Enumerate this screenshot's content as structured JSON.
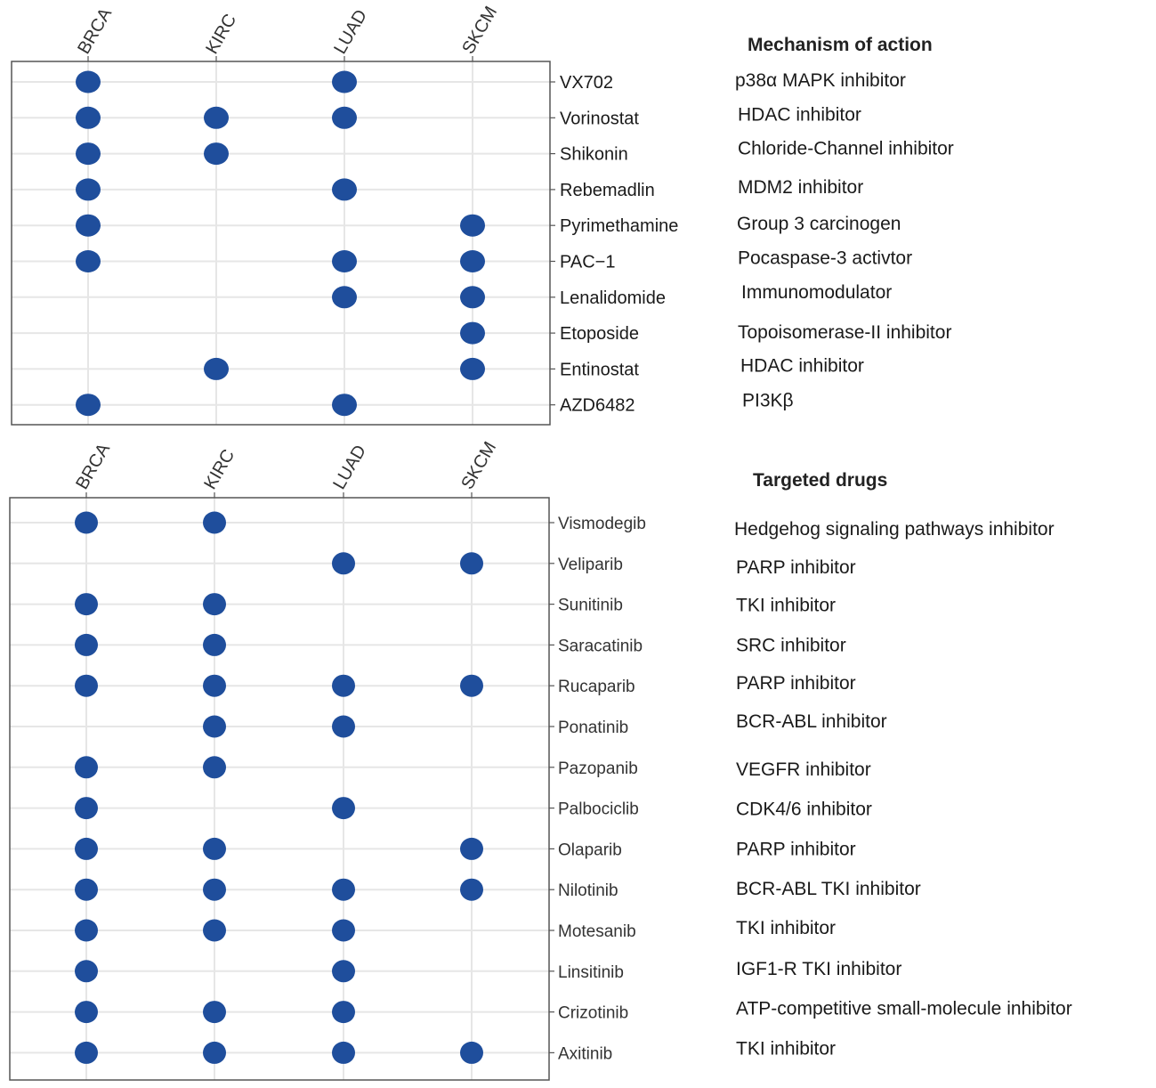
{
  "chart_data": [
    {
      "type": "scatter",
      "title": "",
      "header": "Mechanism of  action",
      "columns": [
        "BRCA",
        "KIRC",
        "LUAD",
        "SKCM"
      ],
      "rows": [
        "VX702",
        "Vorinostat",
        "Shikonin",
        "Rebemadlin",
        "Pyrimethamine",
        "PAC−1",
        "Lenalidomide",
        "Etoposide",
        "Entinostat",
        "AZD6482"
      ],
      "annotations": [
        "p38α MAPK inhibitor",
        "HDAC inhibitor",
        "Chloride-Channel inhibitor",
        "MDM2 inhibitor",
        "Group 3  carcinogen",
        "Pocaspase-3 activtor",
        "Immunomodulator",
        "Topoisomerase-II inhibitor",
        "HDAC inhibitor",
        "PI3Kβ"
      ],
      "points": [
        [
          "BRCA",
          "VX702"
        ],
        [
          "LUAD",
          "VX702"
        ],
        [
          "BRCA",
          "Vorinostat"
        ],
        [
          "KIRC",
          "Vorinostat"
        ],
        [
          "LUAD",
          "Vorinostat"
        ],
        [
          "BRCA",
          "Shikonin"
        ],
        [
          "KIRC",
          "Shikonin"
        ],
        [
          "BRCA",
          "Rebemadlin"
        ],
        [
          "LUAD",
          "Rebemadlin"
        ],
        [
          "BRCA",
          "Pyrimethamine"
        ],
        [
          "SKCM",
          "Pyrimethamine"
        ],
        [
          "BRCA",
          "PAC−1"
        ],
        [
          "LUAD",
          "PAC−1"
        ],
        [
          "SKCM",
          "PAC−1"
        ],
        [
          "LUAD",
          "Lenalidomide"
        ],
        [
          "SKCM",
          "Lenalidomide"
        ],
        [
          "SKCM",
          "Etoposide"
        ],
        [
          "KIRC",
          "Entinostat"
        ],
        [
          "SKCM",
          "Entinostat"
        ],
        [
          "BRCA",
          "AZD6482"
        ],
        [
          "LUAD",
          "AZD6482"
        ]
      ],
      "point_color": "#1f4e9c",
      "grid": true,
      "legend": "none"
    },
    {
      "type": "scatter",
      "title": "",
      "header": "Targeted drugs",
      "columns": [
        "BRCA",
        "KIRC",
        "LUAD",
        "SKCM"
      ],
      "rows": [
        "Vismodegib",
        "Veliparib",
        "Sunitinib",
        "Saracatinib",
        "Rucaparib",
        "Ponatinib",
        "Pazopanib",
        "Palbociclib",
        "Olaparib",
        "Nilotinib",
        "Motesanib",
        "Linsitinib",
        "Crizotinib",
        "Axitinib"
      ],
      "annotations": [
        "Hedgehog signaling pathways inhibitor",
        "PARP inhibitor",
        "TKI inhibitor",
        "SRC inhibitor",
        "PARP inhibitor",
        "BCR-ABL inhibitor",
        "VEGFR inhibitor",
        "CDK4/6 inhibitor",
        "PARP inhibitor",
        "BCR-ABL TKI inhibitor",
        "TKI inhibitor",
        "IGF1-R TKI inhibitor",
        "ATP-competitive small-molecule inhibitor",
        "TKI inhibitor"
      ],
      "points": [
        [
          "BRCA",
          "Vismodegib"
        ],
        [
          "KIRC",
          "Vismodegib"
        ],
        [
          "LUAD",
          "Veliparib"
        ],
        [
          "SKCM",
          "Veliparib"
        ],
        [
          "BRCA",
          "Sunitinib"
        ],
        [
          "KIRC",
          "Sunitinib"
        ],
        [
          "BRCA",
          "Saracatinib"
        ],
        [
          "KIRC",
          "Saracatinib"
        ],
        [
          "BRCA",
          "Rucaparib"
        ],
        [
          "KIRC",
          "Rucaparib"
        ],
        [
          "LUAD",
          "Rucaparib"
        ],
        [
          "SKCM",
          "Rucaparib"
        ],
        [
          "KIRC",
          "Ponatinib"
        ],
        [
          "LUAD",
          "Ponatinib"
        ],
        [
          "BRCA",
          "Pazopanib"
        ],
        [
          "KIRC",
          "Pazopanib"
        ],
        [
          "BRCA",
          "Palbociclib"
        ],
        [
          "LUAD",
          "Palbociclib"
        ],
        [
          "BRCA",
          "Olaparib"
        ],
        [
          "KIRC",
          "Olaparib"
        ],
        [
          "SKCM",
          "Olaparib"
        ],
        [
          "BRCA",
          "Nilotinib"
        ],
        [
          "KIRC",
          "Nilotinib"
        ],
        [
          "LUAD",
          "Nilotinib"
        ],
        [
          "SKCM",
          "Nilotinib"
        ],
        [
          "BRCA",
          "Motesanib"
        ],
        [
          "KIRC",
          "Motesanib"
        ],
        [
          "LUAD",
          "Motesanib"
        ],
        [
          "BRCA",
          "Linsitinib"
        ],
        [
          "LUAD",
          "Linsitinib"
        ],
        [
          "BRCA",
          "Crizotinib"
        ],
        [
          "KIRC",
          "Crizotinib"
        ],
        [
          "LUAD",
          "Crizotinib"
        ],
        [
          "BRCA",
          "Axitinib"
        ],
        [
          "KIRC",
          "Axitinib"
        ],
        [
          "LUAD",
          "Axitinib"
        ],
        [
          "SKCM",
          "Axitinib"
        ]
      ],
      "point_color": "#1f4e9c",
      "grid": true,
      "legend": "none"
    }
  ]
}
